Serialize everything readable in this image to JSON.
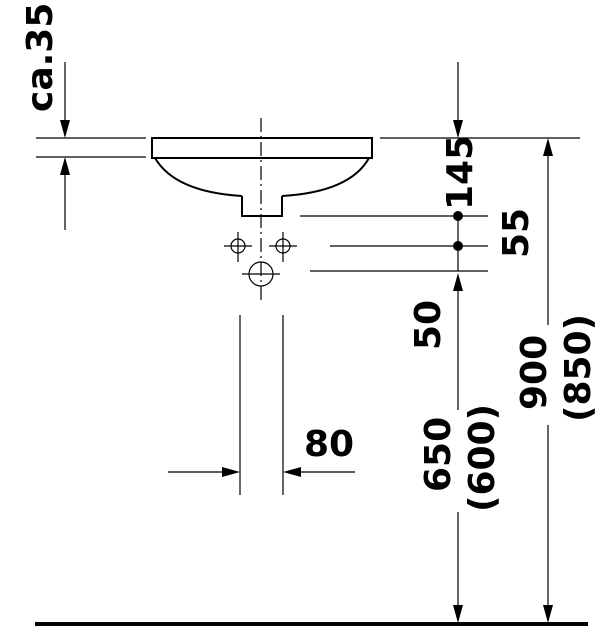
{
  "labels": {
    "depth": "ca.35",
    "rim_to_waste": "145",
    "waste_to_supply": "55",
    "supply_gap": "50",
    "supply_spacing": "80",
    "supply_height": "650",
    "supply_height_alt": "(600)",
    "rim_height": "900",
    "rim_height_alt": "(850)"
  }
}
